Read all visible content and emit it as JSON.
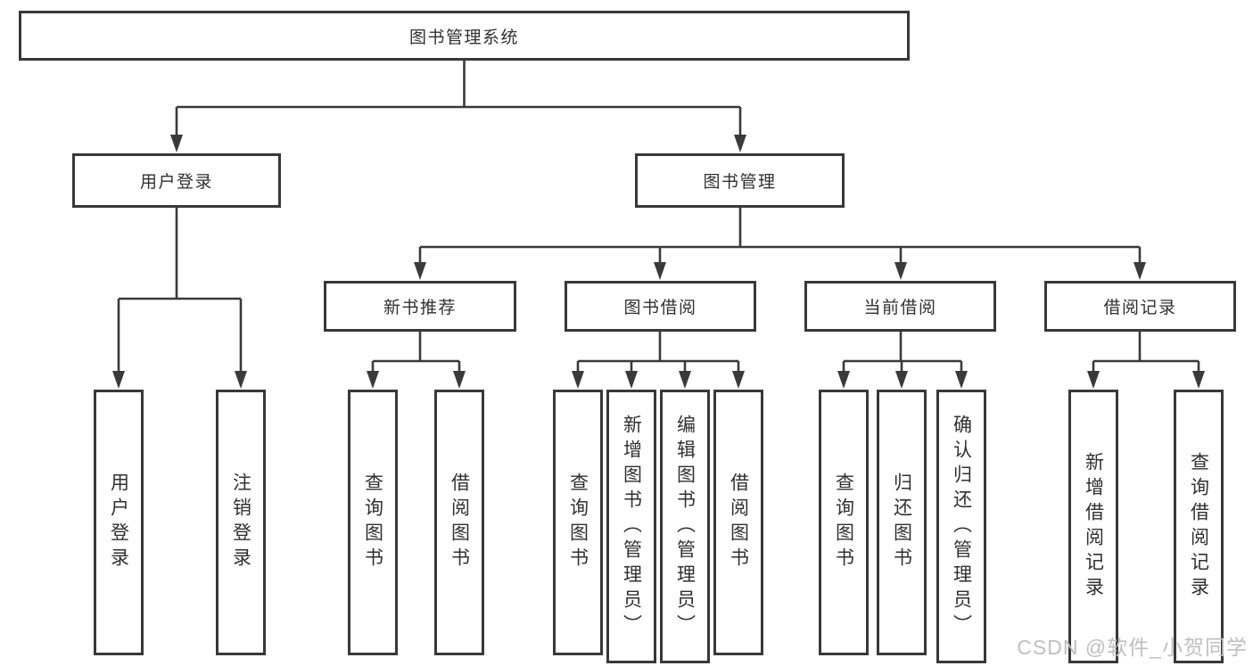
{
  "watermark": "CSDN @软件_小贺同学",
  "colors": {
    "background": "#ffffff",
    "line": "#3a3a3a",
    "border": "#383838",
    "text": "#303030",
    "watermark": "#bfbfbf"
  },
  "nodes": {
    "root": {
      "label": "图书管理系统"
    },
    "branches": [
      {
        "label": "用户登录",
        "children": [
          {
            "label": "用户登录"
          },
          {
            "label": "注销登录"
          }
        ]
      },
      {
        "label": "图书管理",
        "sections": [
          {
            "label": "新书推荐",
            "children": [
              {
                "label": "查询图书"
              },
              {
                "label": "借阅图书"
              }
            ]
          },
          {
            "label": "图书借阅",
            "children": [
              {
                "label": "查询图书"
              },
              {
                "label": "新增图书（管理员）"
              },
              {
                "label": "编辑图书（管理员）"
              },
              {
                "label": "借阅图书"
              }
            ]
          },
          {
            "label": "当前借阅",
            "children": [
              {
                "label": "查询图书"
              },
              {
                "label": "归还图书"
              },
              {
                "label": "确认归还（管理员）"
              }
            ]
          },
          {
            "label": "借阅记录",
            "children": [
              {
                "label": "新增借阅记录"
              },
              {
                "label": "查询借阅记录"
              }
            ]
          }
        ]
      }
    ]
  }
}
